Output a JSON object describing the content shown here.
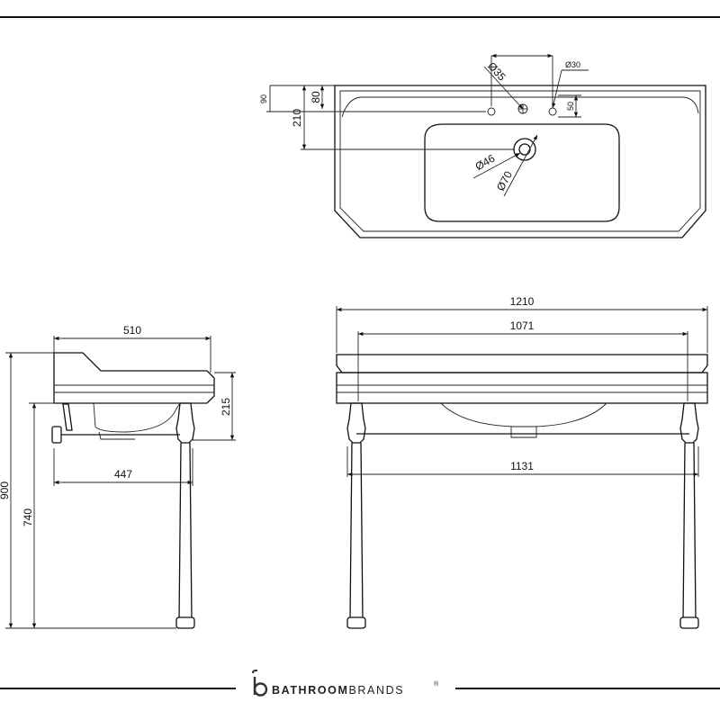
{
  "plan_view": {
    "dims": {
      "d90": "90",
      "d80": "80",
      "d210": "210",
      "d35": "Ø35",
      "d30": "Ø30",
      "d50": "50",
      "d46": "Ø46",
      "d70": "Ø70"
    }
  },
  "side_view": {
    "dims": {
      "d510": "510",
      "d215": "215",
      "d447": "447",
      "d900": "900",
      "d740": "740"
    }
  },
  "front_view": {
    "dims": {
      "d1210": "1210",
      "d1071": "1071",
      "d1131": "1131"
    }
  },
  "brand": {
    "name_bold": "BATHROOM",
    "name_light": "BRANDS",
    "mark": "®"
  }
}
